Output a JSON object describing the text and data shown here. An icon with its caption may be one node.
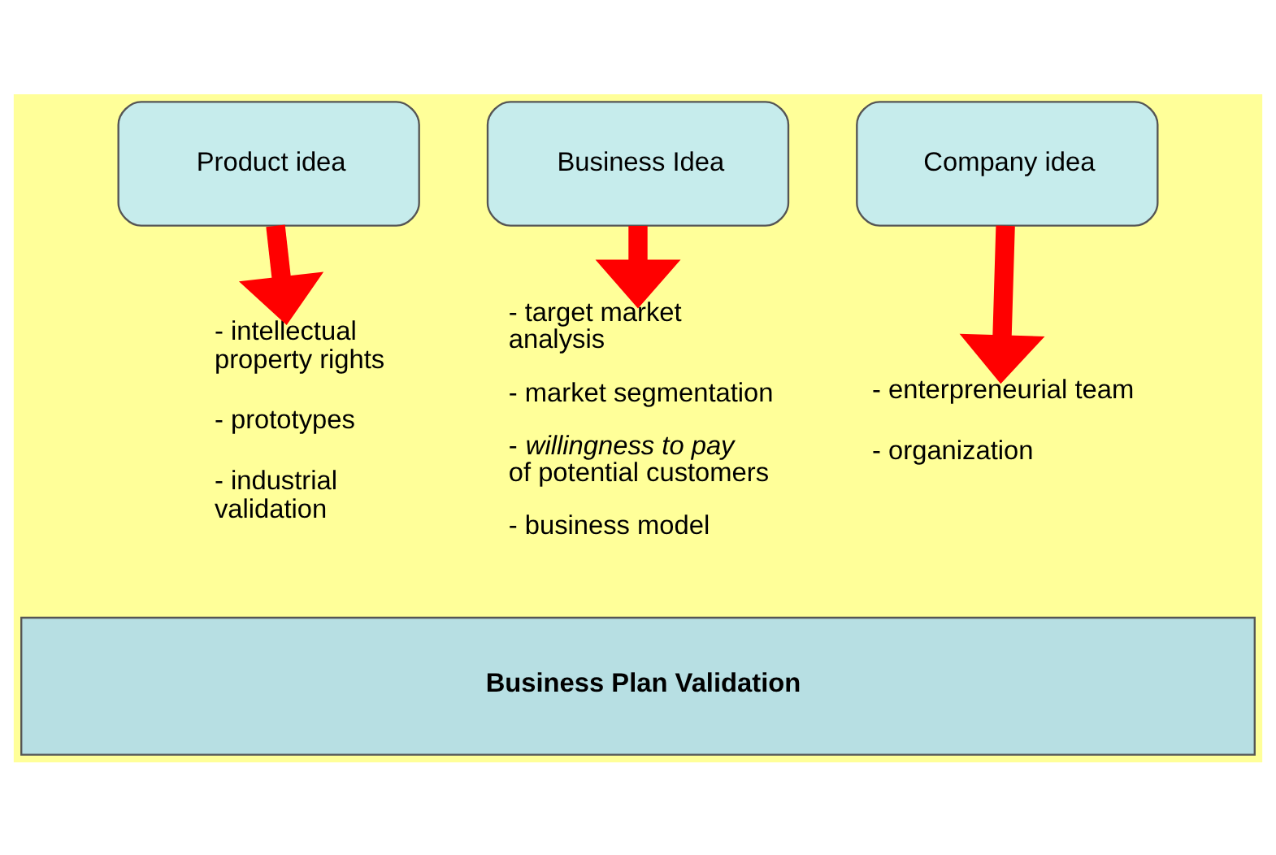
{
  "diagram": {
    "nodes": [
      {
        "text": [
          "Product idea"
        ]
      },
      {
        "text": [
          "Business Idea"
        ]
      },
      {
        "text": [
          "Company idea"
        ]
      },
      {
        "text": [
          "- intellectual property rights",
          "- prototypes",
          "- industrial validation"
        ]
      },
      {
        "text": [
          "- target market analysis",
          "- market segmentation",
          "- *willingness to pay* of potential customers",
          "- business model"
        ]
      },
      {
        "text": [
          "- enterpreneurial team",
          "- organization"
        ]
      },
      {
        "text": [
          "**Business Plan Validation**"
        ]
      }
    ],
    "edges": [
      {
        "from": 0,
        "to": 3,
        "arrow": "to"
      },
      {
        "from": 1,
        "to": 4,
        "arrow": "to"
      },
      {
        "from": 2,
        "to": 5,
        "arrow": "to"
      }
    ]
  }
}
